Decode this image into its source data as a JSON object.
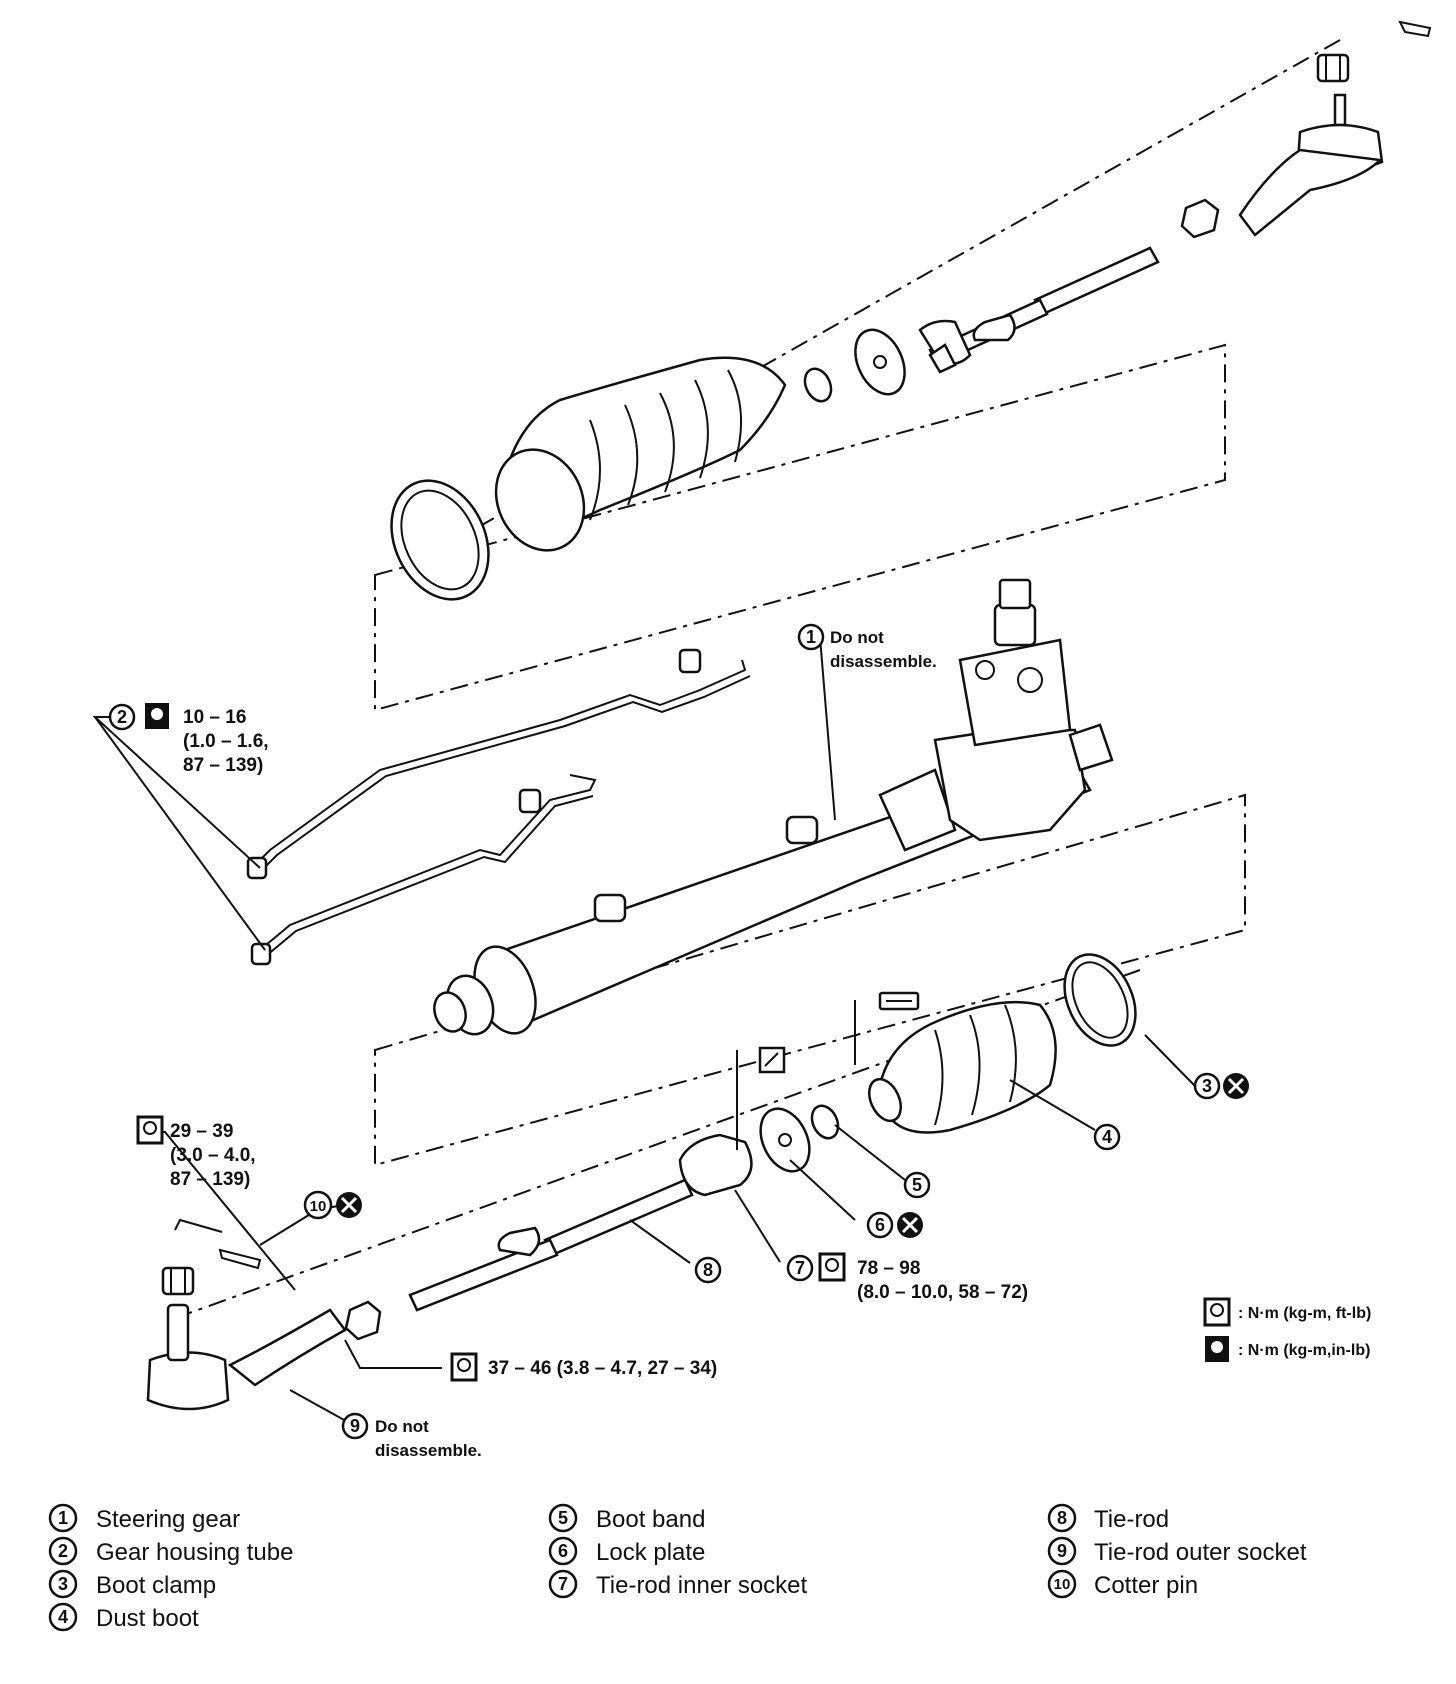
{
  "callouts": {
    "c1_num": "1",
    "c1_note1": "Do not",
    "c1_note2": "disassemble.",
    "c2_num": "2",
    "c2_t1": "10 – 16",
    "c2_t2": "(1.0 – 1.6,",
    "c2_t3": "87 – 139)",
    "c3_num": "3",
    "c4_num": "4",
    "c5_num": "5",
    "c6_num": "6",
    "c7_num": "7",
    "c7_t1": "78 – 98",
    "c7_t2": "(8.0 – 10.0, 58 – 72)",
    "c8_num": "8",
    "c9_num": "9",
    "c9_note1": "Do not",
    "c9_note2": "disassemble.",
    "c10_num": "10",
    "nut_t1": "29 – 39",
    "nut_t2": "(3.0 – 4.0,",
    "nut_t3": "87 – 139)",
    "locknut_t": "37 – 46 (3.8 – 4.7, 27 – 34)"
  },
  "torque_key": [
    {
      "symbol": "torque-wrench-icon",
      "text": ": N·m (kg-m, ft-lb)"
    },
    {
      "symbol": "torque-wrench-filled-icon",
      "text": ": N·m (kg-m,in-lb)"
    }
  ],
  "legend": [
    {
      "num": "1",
      "label": "Steering gear"
    },
    {
      "num": "2",
      "label": "Gear housing tube"
    },
    {
      "num": "3",
      "label": "Boot clamp"
    },
    {
      "num": "4",
      "label": "Dust boot"
    },
    {
      "num": "5",
      "label": "Boot band"
    },
    {
      "num": "6",
      "label": "Lock plate"
    },
    {
      "num": "7",
      "label": "Tie-rod inner socket"
    },
    {
      "num": "8",
      "label": "Tie-rod"
    },
    {
      "num": "9",
      "label": "Tie-rod outer socket"
    },
    {
      "num": "10",
      "label": "Cotter pin"
    }
  ]
}
